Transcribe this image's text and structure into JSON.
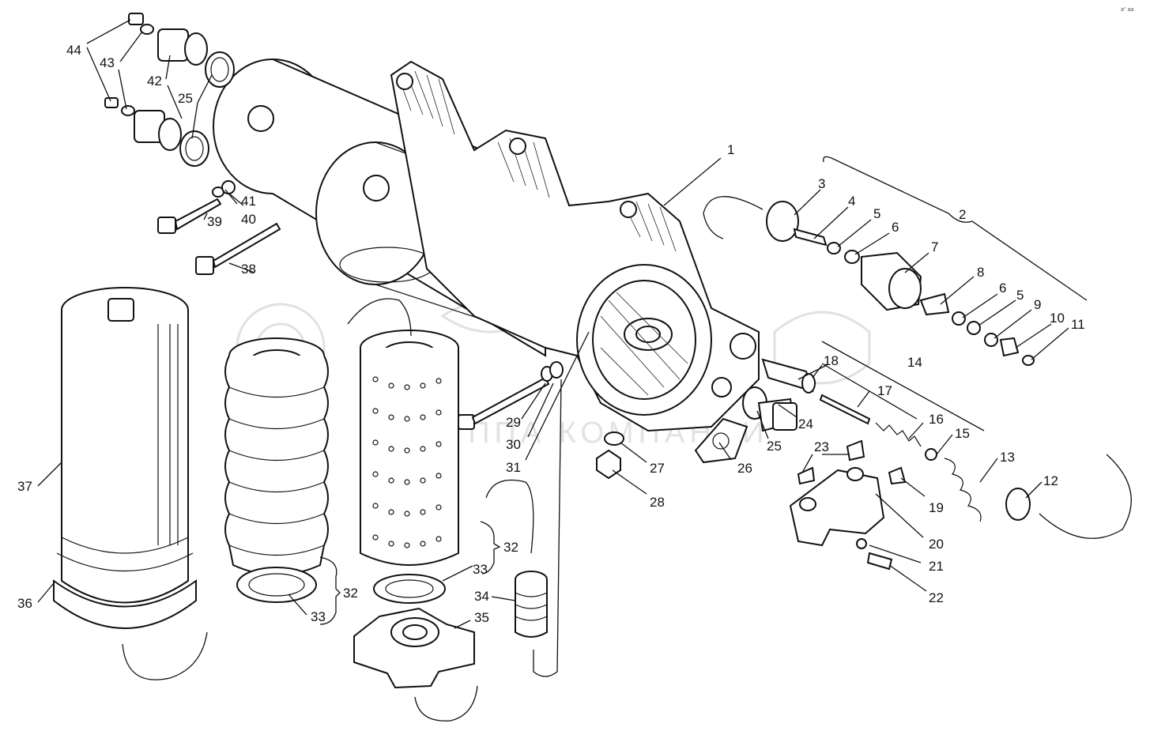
{
  "diagram": {
    "watermark_text": "ГРУППА КОМПАНИЙ",
    "corner_mark": "a° aa",
    "callouts": {
      "c1": "1",
      "c2": "2",
      "c3": "3",
      "c4": "4",
      "c5": "5",
      "c5b": "5",
      "c6": "6",
      "c6b": "6",
      "c7": "7",
      "c8": "8",
      "c9": "9",
      "c10": "10",
      "c11": "11",
      "c12": "12",
      "c13": "13",
      "c14": "14",
      "c15": "15",
      "c16": "16",
      "c17": "17",
      "c18": "18",
      "c19": "19",
      "c20": "20",
      "c21": "21",
      "c22": "22",
      "c23": "23",
      "c24": "24",
      "c25": "25",
      "c25b": "25",
      "c26": "26",
      "c27": "27",
      "c28": "28",
      "c29": "29",
      "c30": "30",
      "c31": "31",
      "c32": "32",
      "c32b": "32",
      "c33": "33",
      "c33b": "33",
      "c34": "34",
      "c35": "35",
      "c36": "36",
      "c37": "37",
      "c38": "38",
      "c39": "39",
      "c40": "40",
      "c41": "41",
      "c42": "42",
      "c43": "43",
      "c44": "44"
    }
  }
}
